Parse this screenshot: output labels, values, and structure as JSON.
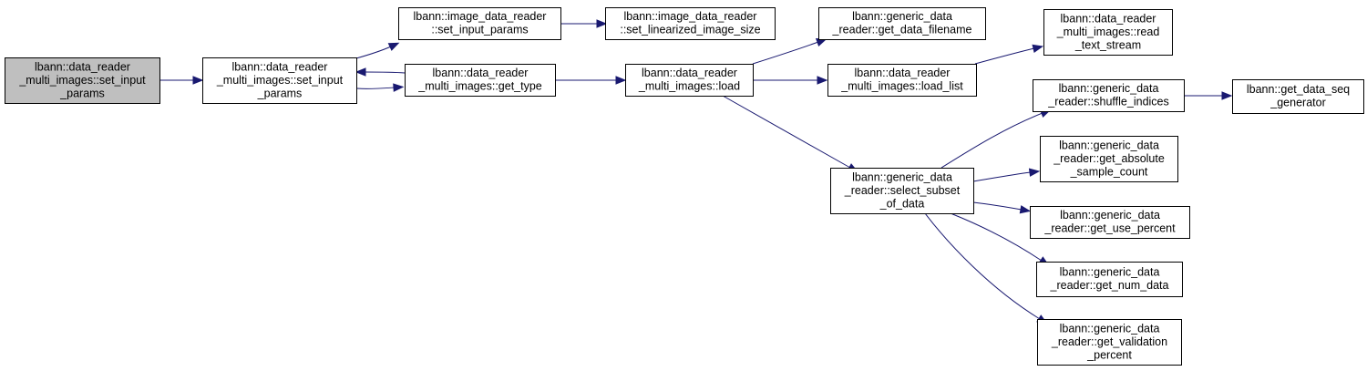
{
  "graph": {
    "colors": {
      "edge": "#191970",
      "node_border": "#000000",
      "node_fill": "#ffffff",
      "root_fill": "#bfbfbf"
    },
    "nodes": [
      {
        "id": "root",
        "lines": [
          "lbann::data_reader",
          "_multi_images::set_input",
          "_params"
        ]
      },
      {
        "id": "set_input",
        "lines": [
          "lbann::data_reader",
          "_multi_images::set_input",
          "_params"
        ]
      },
      {
        "id": "img_set_input",
        "lines": [
          "lbann::image_data_reader",
          "::set_input_params"
        ]
      },
      {
        "id": "get_type",
        "lines": [
          "lbann::data_reader",
          "_multi_images::get_type"
        ]
      },
      {
        "id": "set_lin",
        "lines": [
          "lbann::image_data_reader",
          "::set_linearized_image_size"
        ]
      },
      {
        "id": "load",
        "lines": [
          "lbann::data_reader",
          "_multi_images::load"
        ]
      },
      {
        "id": "get_data_filename",
        "lines": [
          "lbann::generic_data",
          "_reader::get_data_filename"
        ]
      },
      {
        "id": "load_list",
        "lines": [
          "lbann::data_reader",
          "_multi_images::load_list"
        ]
      },
      {
        "id": "select_subset",
        "lines": [
          "lbann::generic_data",
          "_reader::select_subset",
          "_of_data"
        ]
      },
      {
        "id": "read_text_stream",
        "lines": [
          "lbann::data_reader",
          "_multi_images::read",
          "_text_stream"
        ]
      },
      {
        "id": "shuffle_indices",
        "lines": [
          "lbann::generic_data",
          "_reader::shuffle_indices"
        ]
      },
      {
        "id": "get_abs",
        "lines": [
          "lbann::generic_data",
          "_reader::get_absolute",
          "_sample_count"
        ]
      },
      {
        "id": "get_use_percent",
        "lines": [
          "lbann::generic_data",
          "_reader::get_use_percent"
        ]
      },
      {
        "id": "get_num_data",
        "lines": [
          "lbann::generic_data",
          "_reader::get_num_data"
        ]
      },
      {
        "id": "get_validation",
        "lines": [
          "lbann::generic_data",
          "_reader::get_validation",
          "_percent"
        ]
      },
      {
        "id": "get_data_seq",
        "lines": [
          "lbann::get_data_seq",
          "_generator"
        ]
      }
    ],
    "edges": [
      {
        "from": "root",
        "to": "set_input"
      },
      {
        "from": "set_input",
        "to": "img_set_input"
      },
      {
        "from": "set_input",
        "to": "get_type"
      },
      {
        "from": "get_type",
        "to": "set_input"
      },
      {
        "from": "img_set_input",
        "to": "set_lin"
      },
      {
        "from": "get_type",
        "to": "load"
      },
      {
        "from": "load",
        "to": "get_data_filename"
      },
      {
        "from": "load",
        "to": "load_list"
      },
      {
        "from": "load",
        "to": "select_subset"
      },
      {
        "from": "load_list",
        "to": "read_text_stream"
      },
      {
        "from": "select_subset",
        "to": "shuffle_indices"
      },
      {
        "from": "select_subset",
        "to": "get_abs"
      },
      {
        "from": "select_subset",
        "to": "get_use_percent"
      },
      {
        "from": "select_subset",
        "to": "get_num_data"
      },
      {
        "from": "select_subset",
        "to": "get_validation"
      },
      {
        "from": "shuffle_indices",
        "to": "get_data_seq"
      }
    ]
  }
}
